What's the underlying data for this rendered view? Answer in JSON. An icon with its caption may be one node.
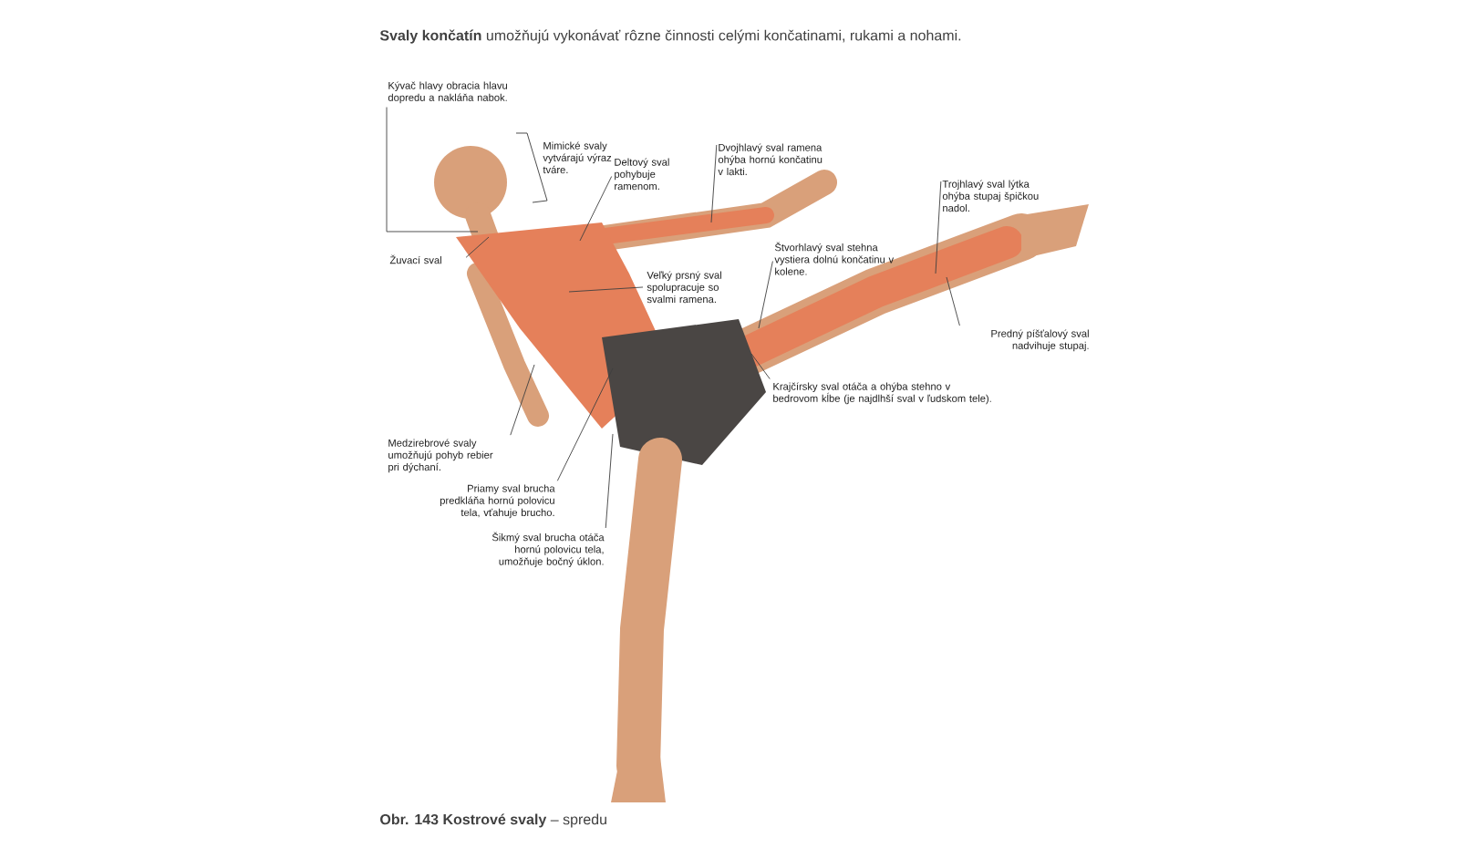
{
  "diagram": {
    "title": "**Svaly končatín** umožňujú vykonávať rôzne činnosti celými končatinami, rukami a nohami.",
    "caption": "**Obr. 143 Kostrové svaly** – spredu",
    "nodes": [
      {
        "text": [
          "Kývač hlavy obracia hlavu dopredu a nakláňa nabok."
        ]
      },
      {
        "text": [
          "Mimické svaly vytvárajú výraz tváre."
        ]
      },
      {
        "text": [
          "Deltový sval pohybuje ramenom."
        ]
      },
      {
        "text": [
          "Dvojhlavý sval ramena ohýba hornú končatinu v lakti."
        ]
      },
      {
        "text": [
          "Žuvací sval"
        ]
      },
      {
        "text": [
          "Veľký prsný sval spolupracuje so svalmi ramena."
        ]
      },
      {
        "text": [
          "Štvorhlavý sval stehna vystiera dolnú končatinu v kolene."
        ]
      },
      {
        "text": [
          "Trojhlavý sval lýtka ohýba stupaj špičkou nadol."
        ]
      },
      {
        "text": [
          "Predný píšťalový sval nadvihuje stupaj."
        ]
      },
      {
        "text": [
          "Krajčírsky sval otáča a ohýba stehno v bedrovom kĺbe (je najdlhší sval v ľudskom tele)."
        ]
      },
      {
        "text": [
          "Medzirebrové svaly umožňujú pohyb rebier pri dýchaní."
        ]
      },
      {
        "text": [
          "Priamy sval brucha predkláňa hornú polovicu tela, vťahuje brucho."
        ]
      },
      {
        "text": [
          "Šikmý sval brucha otáča hornú polovicu tela, umožňuje bočný úklon."
        ]
      }
    ],
    "edges": [
      {
        "from": 0,
        "to": null,
        "arrow": "none"
      },
      {
        "from": 2,
        "to": null,
        "arrow": "none"
      },
      {
        "from": 3,
        "to": null,
        "arrow": "none"
      },
      {
        "from": 4,
        "to": null,
        "arrow": "none"
      },
      {
        "from": 5,
        "to": null,
        "arrow": "none"
      },
      {
        "from": 6,
        "to": null,
        "arrow": "none"
      },
      {
        "from": 7,
        "to": null,
        "arrow": "none"
      },
      {
        "from": 8,
        "to": null,
        "arrow": "none"
      },
      {
        "from": 9,
        "to": null,
        "arrow": "none"
      },
      {
        "from": 10,
        "to": null,
        "arrow": "none"
      },
      {
        "from": 11,
        "to": null,
        "arrow": "none"
      },
      {
        "from": 12,
        "to": null,
        "arrow": "none"
      }
    ]
  }
}
